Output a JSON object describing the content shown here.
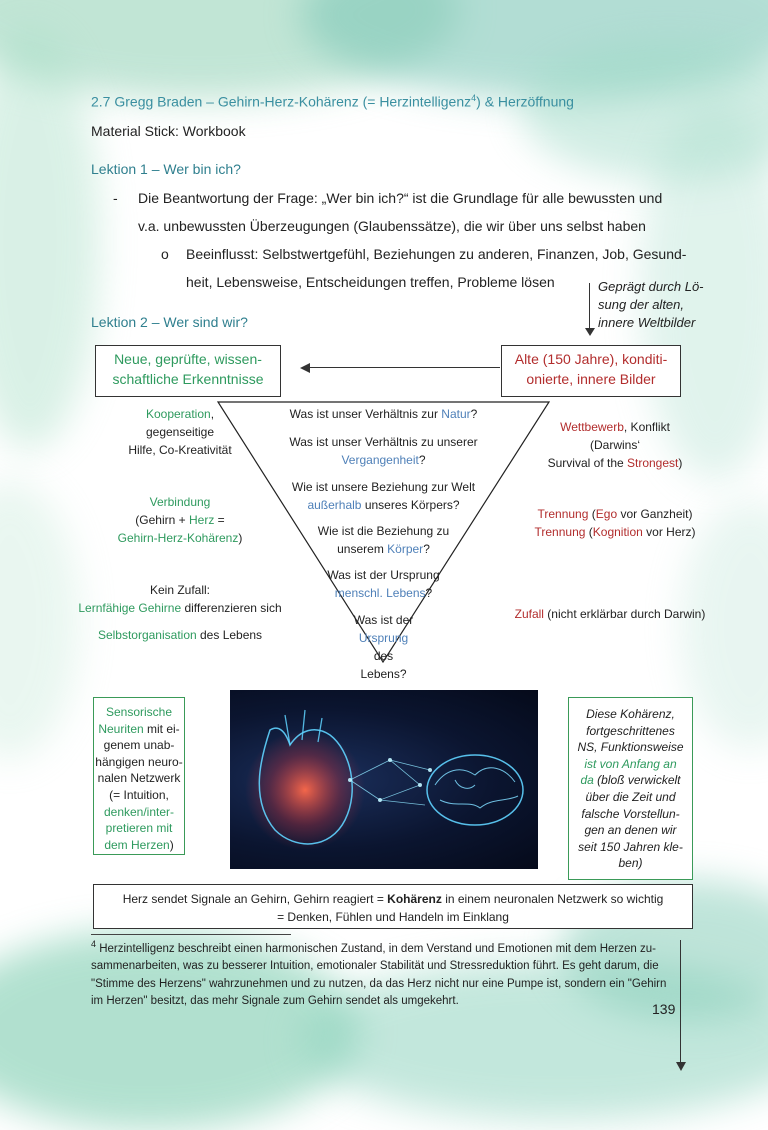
{
  "heading": {
    "text": "2.7 Gregg Braden – Gehirn-Herz-Kohärenz (= Herzintelligenz",
    "sup": "4",
    "tail": ") & Herzöffnung"
  },
  "material": {
    "label": "Material Stick",
    "value": ": Workbook"
  },
  "lesson1": {
    "title": "Lektion 1 – Wer bin ich?",
    "bullet_line1": "Die Beantwortung der Frage: „Wer bin ich?“ ist die Grundlage für alle bewussten und",
    "bullet_line2": "v.a. unbewussten Überzeugungen (Glaubenssätze), die wir über uns selbst haben",
    "sub_line1": "Beeinflusst: Selbstwertgefühl, Beziehungen zu anderen, Finanzen, Job, Gesund-",
    "sub_line2": "heit, Lebensweise, Entscheidungen treffen, Probleme lösen"
  },
  "side_note": [
    "Geprägt durch Lö-",
    "sung der alten,",
    "innere Weltbilder"
  ],
  "lesson2": {
    "title": "Lektion 2 – Wer sind wir?"
  },
  "box_new": [
    "Neue, geprüfte, wissen-",
    "schaftliche Erkenntnisse"
  ],
  "box_old": [
    "Alte (150 Jahre), konditi-",
    "onierte, innere Bilder"
  ],
  "left": {
    "koop": "Kooperation",
    "koop_rest": ",",
    "koop_l2": "gegenseitige",
    "koop_l3": "Hilfe, Co-Kreativität",
    "verb": "Verbindung",
    "verb_l2a": "(Gehirn + ",
    "verb_l2b": "Herz",
    "verb_l2c": " =",
    "verb_l3": "Gehirn-Herz-Kohärenz",
    "verb_l3b": ")",
    "zufall_l1": "Kein Zufall:",
    "zufall_l2a": "Lernfähige Gehirne",
    "zufall_l2b": " differenzieren sich",
    "selbst_a": "Selbstorganisation",
    "selbst_b": " des Lebens"
  },
  "right": {
    "wett_a": "Wettbewerb",
    "wett_b": ", Konflikt",
    "wett_l2": "(Darwins‘",
    "wett_l3a": "Survival of the ",
    "wett_l3b": "Strongest",
    "wett_l3c": ")",
    "tr1_a": "Trennung",
    "tr1_b": " (",
    "tr1_c": "Ego",
    "tr1_d": " vor Ganzheit)",
    "tr2_a": "Trennung",
    "tr2_b": " (",
    "tr2_c": "Kognition",
    "tr2_d": " vor Herz)",
    "zuf_a": "Zufall",
    "zuf_b": " (nicht erklärbar durch Darwin)"
  },
  "triangle": {
    "q1a": "Was ist unser Verhältnis zur ",
    "q1b": "Natur",
    "q1c": "?",
    "q2a": "Was ist unser Verhältnis zu unserer",
    "q2b": "Vergangenheit",
    "q2c": "?",
    "q3a": "Wie ist unsere Beziehung zur Welt",
    "q3b": "außerhalb",
    "q3c": " unseres Körpers?",
    "q4a": "Wie ist die Beziehung zu",
    "q4b": "unserem ",
    "q4c": "Körper",
    "q4d": "?",
    "q5a": "Was ist der Ursprung",
    "q5b": "menschl. Lebens",
    "q5c": "?",
    "q6a": "Was ist der",
    "q6b": "Ursprung",
    "q6c": "des",
    "q6d": "Lebens?"
  },
  "sens_box": {
    "l1": "Sensorische",
    "l2a": "Neuriten",
    "l2b": " mit ei-",
    "l3": "genem unab-",
    "l4": "hängigen neuro-",
    "l5": "nalen Netzwerk",
    "l6": "(= Intuition,",
    "l7": "denken/inter-",
    "l8": "pretieren mit",
    "l9": "dem Herzen",
    "l9b": ")"
  },
  "koh_box": {
    "l1": "Diese Kohärenz,",
    "l2": "fortgeschrittenes",
    "l3": "NS, Funktionsweise",
    "l4": "ist von Anfang an",
    "l5a": "da",
    "l5b": " (bloß verwickelt",
    "l6": "über die Zeit und",
    "l7": "falsche Vorstellun-",
    "l8": "gen an denen wir",
    "l9": "seit 150 Jahren kle-",
    "l10": "ben)"
  },
  "bottom_box": {
    "l1a": "Herz sendet Signale an Gehirn, Gehirn reagiert = ",
    "l1b": "Kohärenz",
    "l1c": " in einem neuronalen Netzwerk so wichtig",
    "l2": "= Denken, Fühlen und Handeln im Einklang"
  },
  "footnote": {
    "mark": "4",
    "l1": " Herzintelligenz beschreibt einen harmonischen Zustand, in dem Verstand und Emotionen mit dem Herzen zu-",
    "l2": "sammenarbeiten, was zu besserer Intuition, emotionaler Stabilität und Stressreduktion führt. Es geht darum, die",
    "l3": "\"Stimme des Herzens\" wahrzunehmen und zu nutzen, da das Herz nicht nur eine Pumpe ist, sondern ein \"Gehirn",
    "l4": "im Herzen\" besitzt, das mehr Signale zum Gehirn sendet als umgekehrt."
  },
  "page_number": "139",
  "colors": {
    "green": "#2e9a5e",
    "red": "#b22d2d",
    "blue": "#4f80b8",
    "heading": "#3a8fa0"
  }
}
